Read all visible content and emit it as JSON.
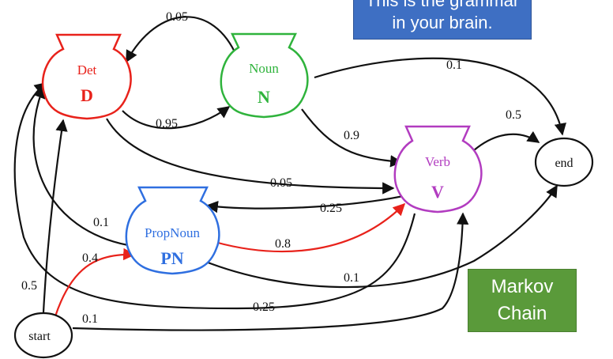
{
  "callout": {
    "line1": "This is the grammar",
    "line2": "in your brain."
  },
  "badge": {
    "line1": "Markov",
    "line2": "Chain"
  },
  "colors": {
    "det": "#e8221b",
    "noun": "#2fb33c",
    "verb": "#b23cc0",
    "propnoun": "#2f6fe0",
    "red_edge": "#e8221b",
    "black": "#111111",
    "callout_bg": "#3e6fc3",
    "badge_bg": "#5a9a3a"
  },
  "nodes": {
    "det": {
      "name": "Det",
      "symbol": "D"
    },
    "noun": {
      "name": "Noun",
      "symbol": "N"
    },
    "verb": {
      "name": "Verb",
      "symbol": "V"
    },
    "propnoun": {
      "name": "PropNoun",
      "symbol": "PN"
    },
    "start": {
      "label": "start"
    },
    "end": {
      "label": "end"
    }
  },
  "edges": {
    "n_to_d": "0.05",
    "d_to_n": "0.95",
    "n_to_end": "0.1",
    "n_to_v": "0.9",
    "v_to_end": "0.5",
    "d_to_v": "0.05",
    "v_to_pn": "0.25",
    "pn_to_d": "0.1",
    "pn_to_v": "0.8",
    "start_to_pn": "0.4",
    "pn_to_end": "0.1",
    "start_to_d": "0.5",
    "v_to_d": "0.25",
    "start_to_v": "0.1"
  }
}
